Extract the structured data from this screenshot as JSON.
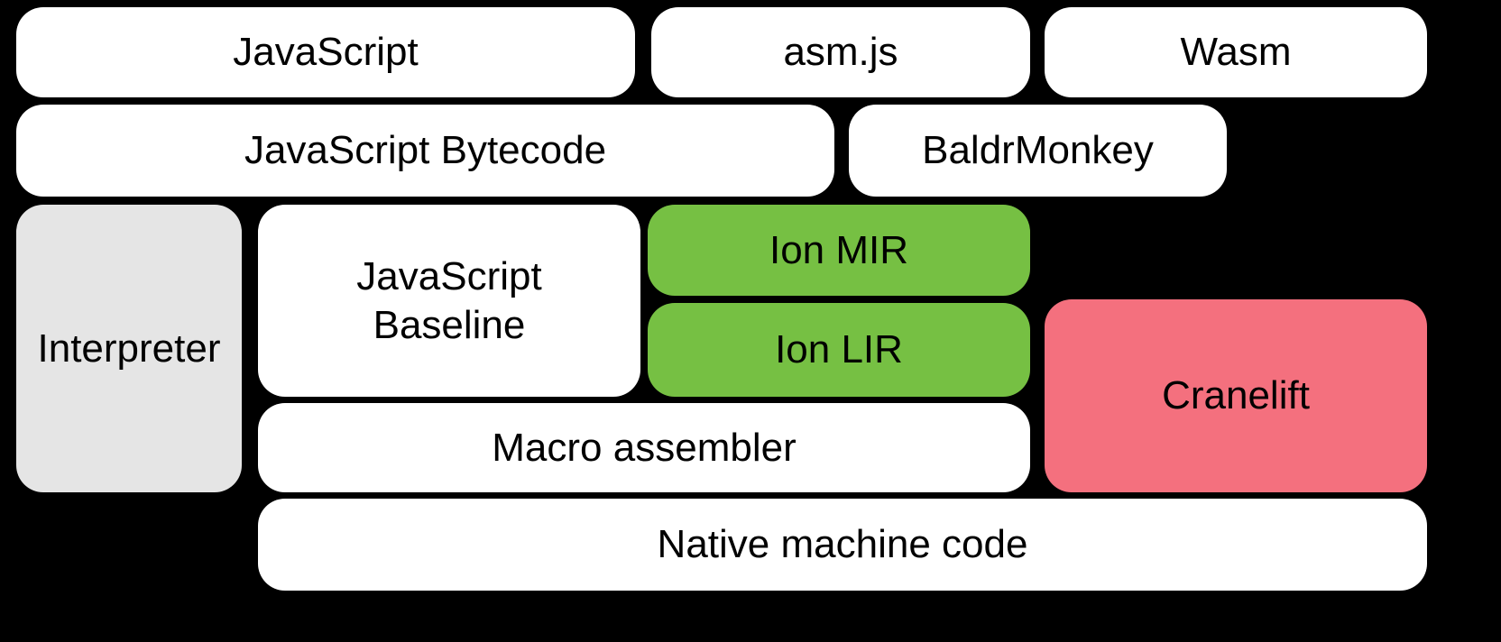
{
  "diagram": {
    "description": "compiler-pipeline-layer-diagram",
    "palette": {
      "background": "#000000",
      "box_white": "#ffffff",
      "box_gray": "#e5e5e5",
      "box_green": "#76c043",
      "box_pink": "#f4707e",
      "text": "#000000"
    },
    "boxes": [
      {
        "id": "javascript",
        "label": "JavaScript",
        "fill": "#ffffff"
      },
      {
        "id": "asmjs",
        "label": "asm.js",
        "fill": "#ffffff"
      },
      {
        "id": "wasm",
        "label": "Wasm",
        "fill": "#ffffff"
      },
      {
        "id": "javascript-bytecode",
        "label": "JavaScript Bytecode",
        "fill": "#ffffff"
      },
      {
        "id": "baldrmonkey",
        "label": "BaldrMonkey",
        "fill": "#ffffff"
      },
      {
        "id": "interpreter",
        "label": "Interpreter",
        "fill": "#e5e5e5"
      },
      {
        "id": "javascript-baseline",
        "label": "JavaScript\nBaseline",
        "fill": "#ffffff"
      },
      {
        "id": "ion-mir",
        "label": "Ion MIR",
        "fill": "#76c043"
      },
      {
        "id": "ion-lir",
        "label": "Ion LIR",
        "fill": "#76c043"
      },
      {
        "id": "cranelift",
        "label": "Cranelift",
        "fill": "#f4707e"
      },
      {
        "id": "macro-assembler",
        "label": "Macro assembler",
        "fill": "#ffffff"
      },
      {
        "id": "native-machine-code",
        "label": "Native machine code",
        "fill": "#ffffff"
      }
    ]
  }
}
